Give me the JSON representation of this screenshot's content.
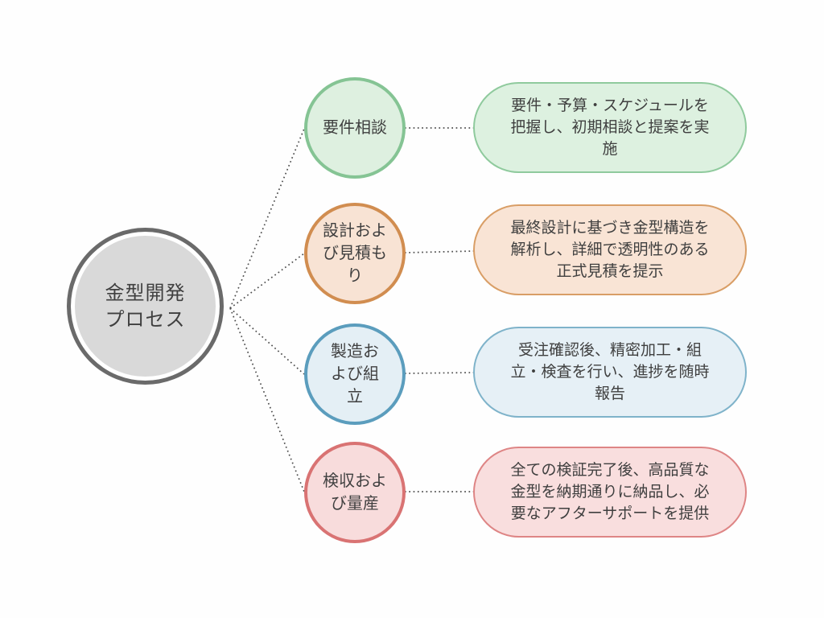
{
  "diagram": {
    "background_color": "#fefefe",
    "connector_color": "#4d4d4d",
    "center": {
      "label": "金型開発\nプロセス",
      "fill_color": "#d9d9d9",
      "border_color": "#6a6a6a"
    },
    "branches": [
      {
        "label": "要件相談",
        "description": "要件・予算・スケジュールを把握し、初期相談と提案を実施",
        "accent_color": "#85c494",
        "fill_color": "#def0e0"
      },
      {
        "label": "設計およ\nび見積も\nり",
        "description": "最終設計に基づき金型構造を解析し、詳細で透明性のある正式見積を提示",
        "accent_color": "#d18d50",
        "fill_color": "#f8e3d4"
      },
      {
        "label": "製造お\nよび組\n立",
        "description": "受注確認後、精密加工・組立・検査を行い、進捗を随時報告",
        "accent_color": "#5b9dbd",
        "fill_color": "#e4eff5"
      },
      {
        "label": "検収およ\nび量産",
        "description": "全ての検証完了後、高品質な金型を納期通りに納品し、必要なアフターサポートを提供",
        "accent_color": "#d97373",
        "fill_color": "#f8dcdc"
      }
    ]
  }
}
